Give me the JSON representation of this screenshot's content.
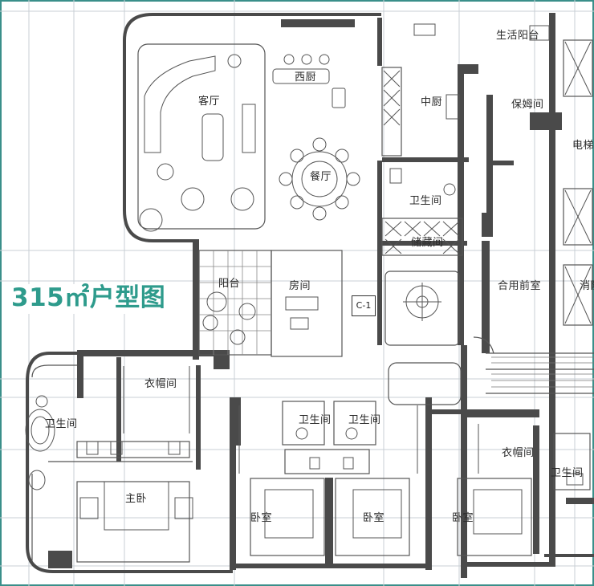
{
  "headline": "315㎡户型图",
  "tag": "C-1",
  "rooms": {
    "living": "客厅",
    "western_kitchen": "西厨",
    "dining": "餐厅",
    "chinese_kitchen": "中厨",
    "service_balcony": "生活阳台",
    "maid_room": "保姆间",
    "elevator": "电梯",
    "powder_bath": "卫生间",
    "storage": "储藏间",
    "terrace": "阳台",
    "study": "房间",
    "lobby": "合用前室",
    "fire_room": "消防",
    "master_bath": "卫生间",
    "master_closet": "衣帽间",
    "master_bed": "主卧",
    "bath_a": "卫生间",
    "bath_b": "卫生间",
    "bedroom_a": "卧室",
    "bedroom_b": "卧室",
    "bedroom_c": "卧室",
    "closet_c": "衣帽间",
    "bath_c": "卫生间"
  },
  "colors": {
    "accent": "#2e9b8c",
    "wall": "#4a4a4a",
    "frame": "#3a8f8a"
  }
}
